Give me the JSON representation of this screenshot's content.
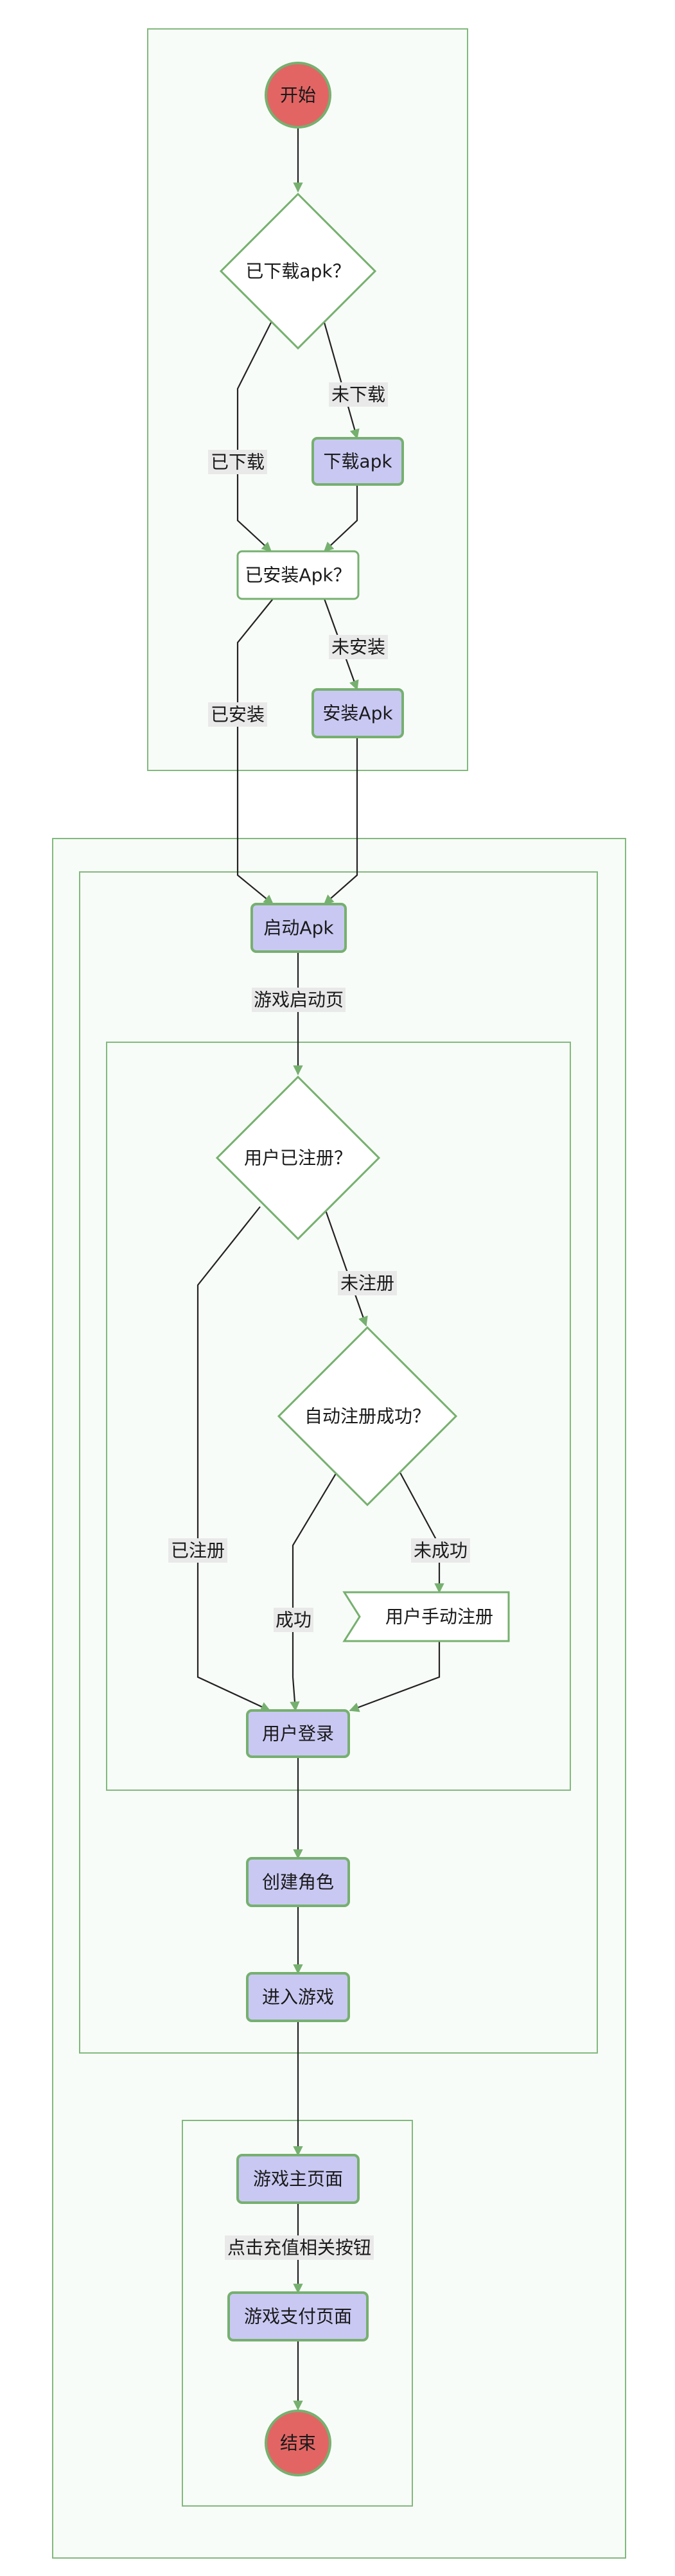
{
  "nodes": {
    "start": "开始",
    "downloaded_q": "已下载apk？",
    "download_apk": "下载apk",
    "installed_q": "已安装Apk？",
    "install_apk": "安装Apk",
    "launch_apk": "启动Apk",
    "registered_q": "用户已注册？",
    "auto_register_q": "自动注册成功？",
    "manual_register": "用户手动注册",
    "user_login": "用户登录",
    "create_role": "创建角色",
    "enter_game": "进入游戏",
    "game_home": "游戏主页面",
    "payment_page": "游戏支付页面",
    "end": "结束"
  },
  "edges": {
    "not_downloaded": "未下载",
    "downloaded": "已下载",
    "not_installed": "未安装",
    "installed": "已安装",
    "splash": "游戏启动页",
    "not_registered": "未注册",
    "registered": "已注册",
    "success": "成功",
    "failed": "未成功",
    "recharge": "点击充值相关按钮"
  },
  "colors": {
    "node_fill": "#c9c8f3",
    "node_border": "#76b06f",
    "terminal_fill": "#e26564",
    "cluster_fill": "#f8fcf8",
    "cluster_border": "#82b97e"
  }
}
